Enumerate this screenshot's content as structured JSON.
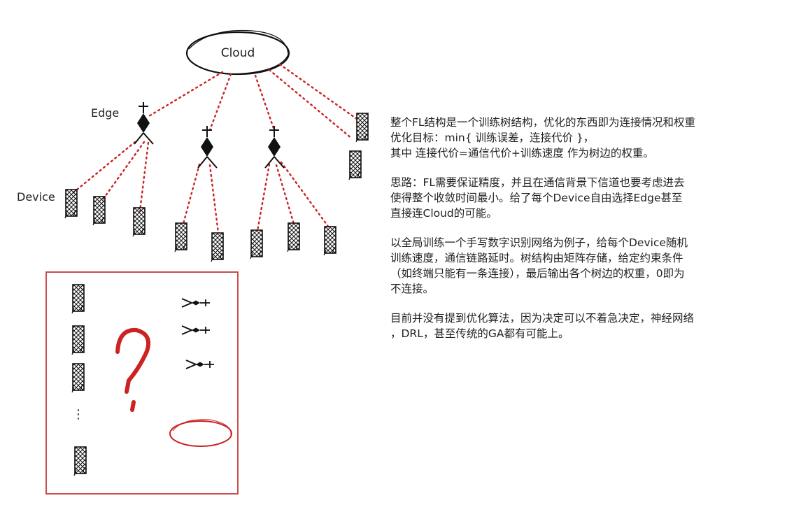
{
  "diagram": {
    "cloud_label": "Cloud",
    "edge_label": "Edge",
    "device_label": "Device",
    "question_mark": "?",
    "ellipsis": "⋮",
    "colors": {
      "link": "#cc2222",
      "ink": "#111111",
      "box": "#c83a3a"
    }
  },
  "notes": {
    "p1": [
      "整个FL结构是一个训练树结构，优化的东西即为连接情况和权重",
      "优化目标：min{ 训练误差，连接代价 }，",
      "其中  连接代价=通信代价+训练速度  作为树边的权重。"
    ],
    "p2": [
      "思路：FL需要保证精度，并且在通信背景下信道也要考虑进去",
      "使得整个收敛时间最小。给了每个Device自由选择Edge甚至",
      "直接连Cloud的可能。"
    ],
    "p3": [
      "以全局训练一个手写数字识别网络为例子，给每个Device随机",
      "训练速度，通信链路延时。树结构由矩阵存储，给定约束条件",
      "（如终端只能有一条连接），最后输出各个树边的权重，0即为",
      "不连接。"
    ],
    "p4": [
      "目前并没有提到优化算法，因为决定可以不着急决定，神经网络",
      "，DRL，甚至传统的GA都有可能上。"
    ]
  }
}
